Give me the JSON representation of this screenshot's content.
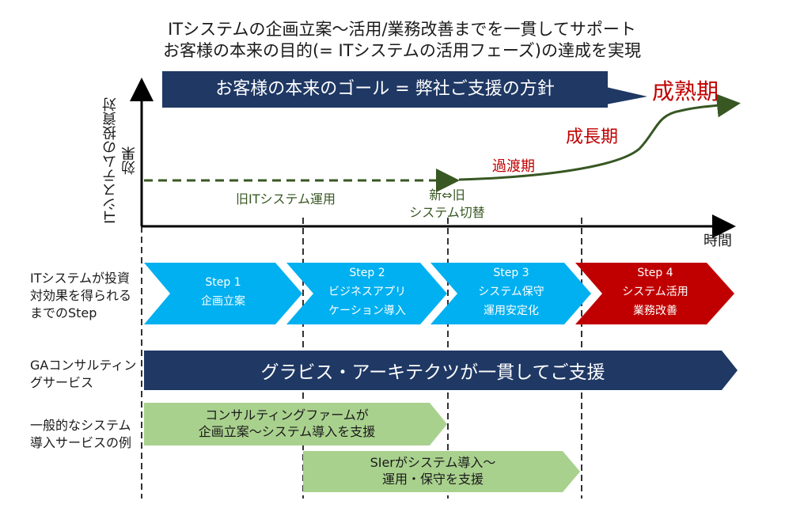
{
  "title": {
    "line1": "ITシステムの企画立案〜活用/業務改善までを一貫してサポート",
    "line2": "お客様の本来の目的(= ITシステムの活用フェーズ)の達成を実現"
  },
  "goal_box": "お客様の本来のゴール = 弊社ご支援の方針",
  "axis": {
    "y_label": "ITシステムの投資対効果",
    "x_label": "時間"
  },
  "phases": {
    "mature": "成熟期",
    "growth": "成長期",
    "transition": "過渡期"
  },
  "timeline_labels": {
    "old_ops": "旧ITシステム運用",
    "switch_line1": "新⇔旧",
    "switch_line2": "システム切替"
  },
  "row_labels": {
    "steps": "ITシステムが投資対効果を得られるまでのStep",
    "ga": "GAコンサルティングサービス",
    "general": "一般的なシステム導入サービスの例"
  },
  "steps": [
    {
      "num": "Step 1",
      "line1": "企画立案",
      "line2": ""
    },
    {
      "num": "Step 2",
      "line1": "ビジネスアプリ",
      "line2": "ケーション導入"
    },
    {
      "num": "Step 3",
      "line1": "システム保守",
      "line2": "運用安定化"
    },
    {
      "num": "Step 4",
      "line1": "システム活用",
      "line2": "業務改善"
    }
  ],
  "ga_bar": "グラビス・アーキテクツが一貫してご支援",
  "general_bars": [
    {
      "line1": "コンサルティングファームが",
      "line2": "企画立案〜システム導入を支援"
    },
    {
      "line1": "SIerがシステム導入〜",
      "line2": "運用・保守を支援"
    }
  ],
  "colors": {
    "navy": "#1f3864",
    "cyan": "#00b0f0",
    "red": "#c00000",
    "green_light": "#a9d18e",
    "green_dark": "#385723"
  }
}
